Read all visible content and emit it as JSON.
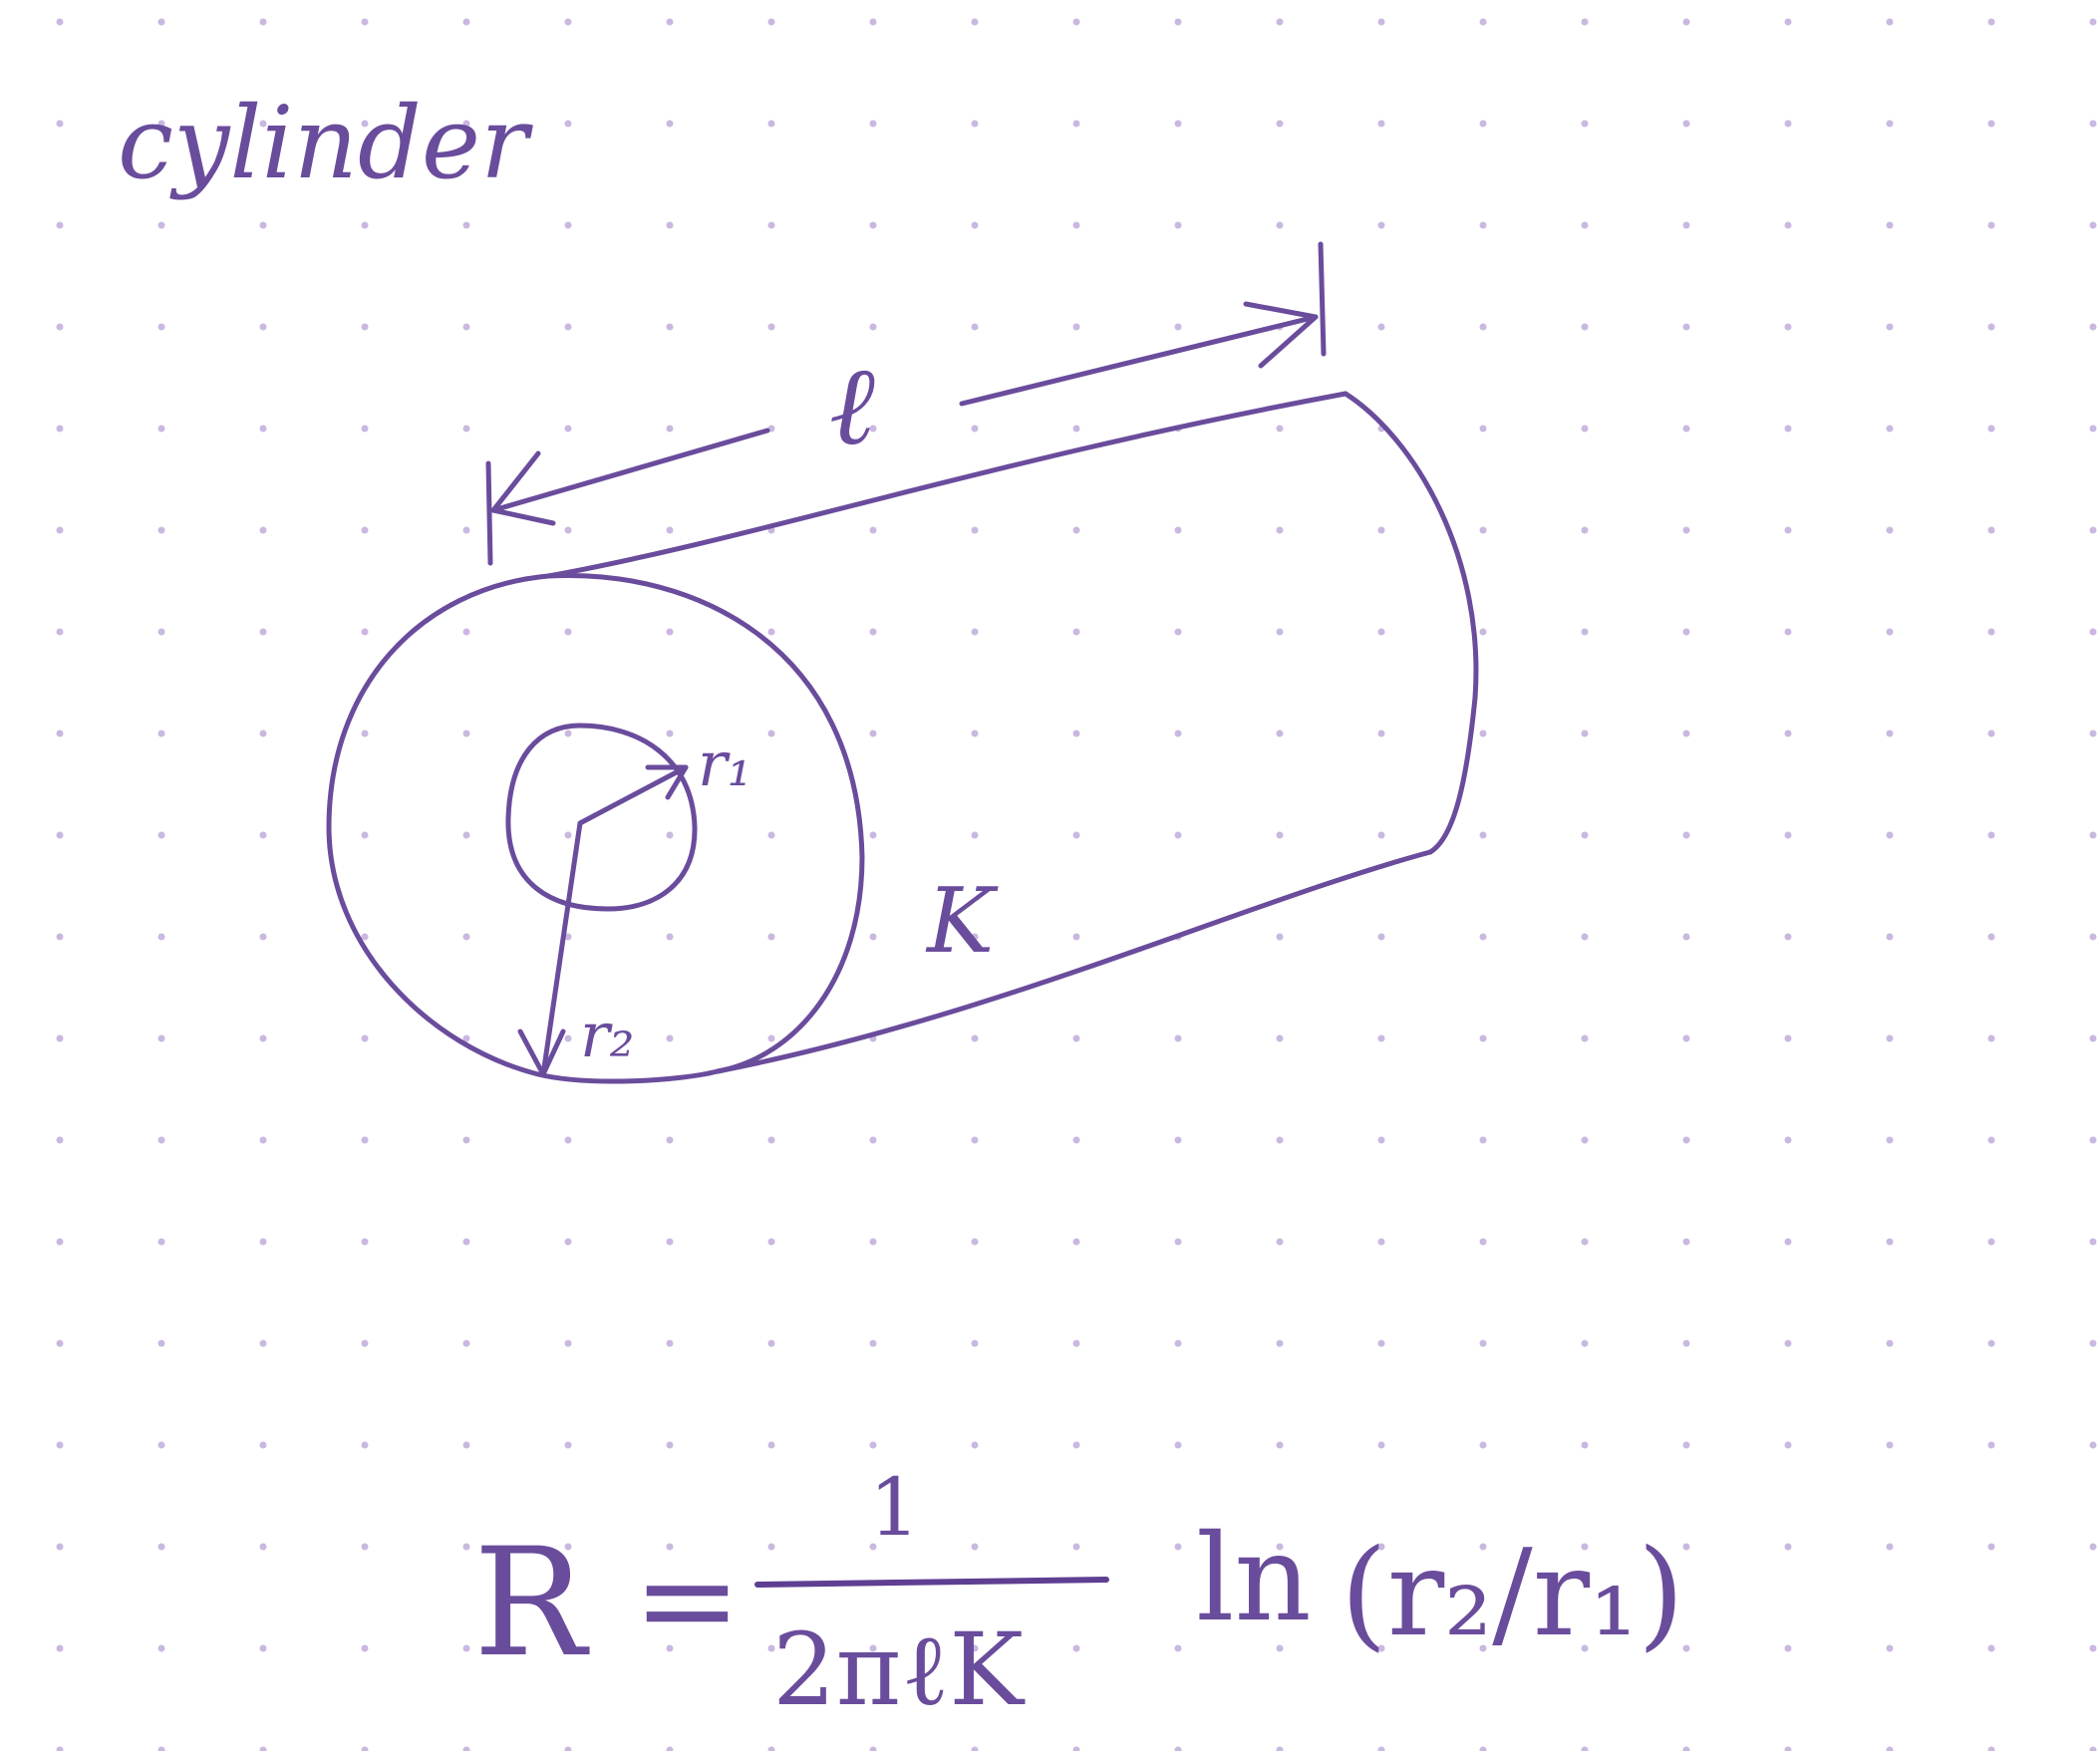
{
  "title": "cylinder",
  "labels": {
    "length": "ℓ",
    "inner_radius": "r₁",
    "outer_radius": "r₂",
    "conductivity": "K"
  },
  "formula": {
    "lhs": "R",
    "equals": "=",
    "numerator": "1",
    "denominator": "2πℓK",
    "log_term": "ln",
    "ratio": "(r₂/r₁)"
  },
  "colors": {
    "ink": "#6a4c9c",
    "grid_dot": "#c9b8e0",
    "paper": "#ffffff"
  }
}
